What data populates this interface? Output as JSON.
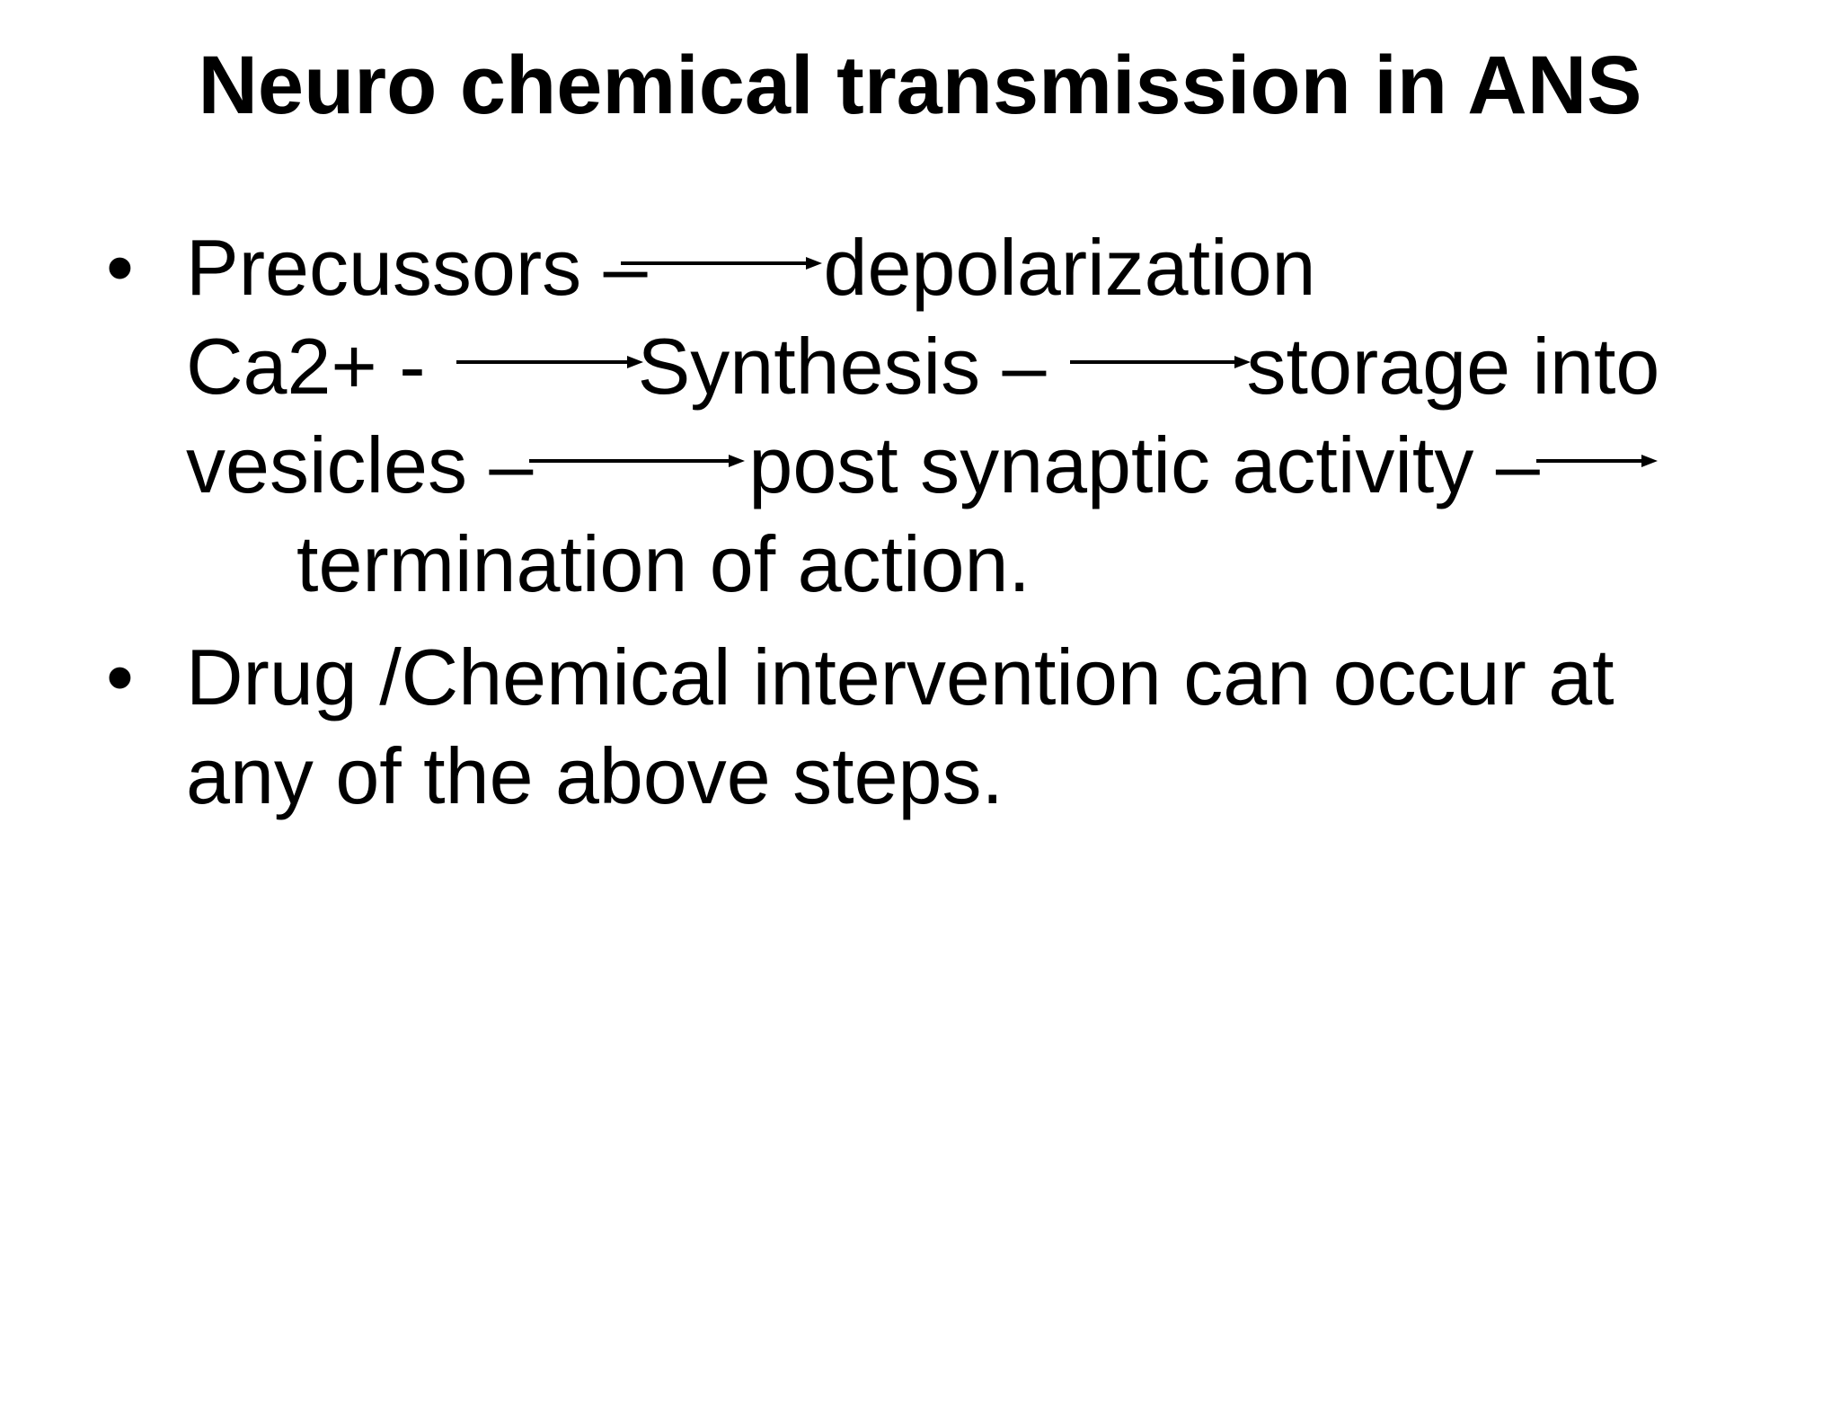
{
  "slide": {
    "background_color": "#ffffff",
    "text_color": "#000000",
    "title": "Neuro chemical transmission in ANS",
    "bullet_marker": "•",
    "icons": {
      "arrow": "right-arrow-icon"
    },
    "bullets": [
      {
        "lines": [
          {
            "segments": [
              {
                "type": "text",
                "text": "Precussors –"
              },
              {
                "type": "arrow",
                "icon": "right-arrow-icon"
              },
              {
                "type": "text",
                "text": "depolarization"
              }
            ]
          },
          {
            "segments": [
              {
                "type": "text",
                "text": "Ca2+ -"
              },
              {
                "type": "arrow",
                "icon": "right-arrow-icon"
              },
              {
                "type": "text",
                "text": "Synthesis –"
              },
              {
                "type": "arrow",
                "icon": "right-arrow-icon"
              },
              {
                "type": "text",
                "text": "storage into"
              }
            ]
          },
          {
            "segments": [
              {
                "type": "text",
                "text": "vesicles –"
              },
              {
                "type": "arrow",
                "icon": "right-arrow-icon"
              },
              {
                "type": "text",
                "text": "post synaptic activity –"
              },
              {
                "type": "arrow",
                "icon": "right-arrow-icon"
              }
            ]
          },
          {
            "segments": [
              {
                "type": "text",
                "text": "termination of action."
              }
            ]
          }
        ]
      },
      {
        "lines": [
          {
            "segments": [
              {
                "type": "text",
                "text": "Drug /Chemical intervention can occur at"
              }
            ]
          },
          {
            "segments": [
              {
                "type": "text",
                "text": "any of the above steps."
              }
            ]
          }
        ]
      }
    ]
  }
}
